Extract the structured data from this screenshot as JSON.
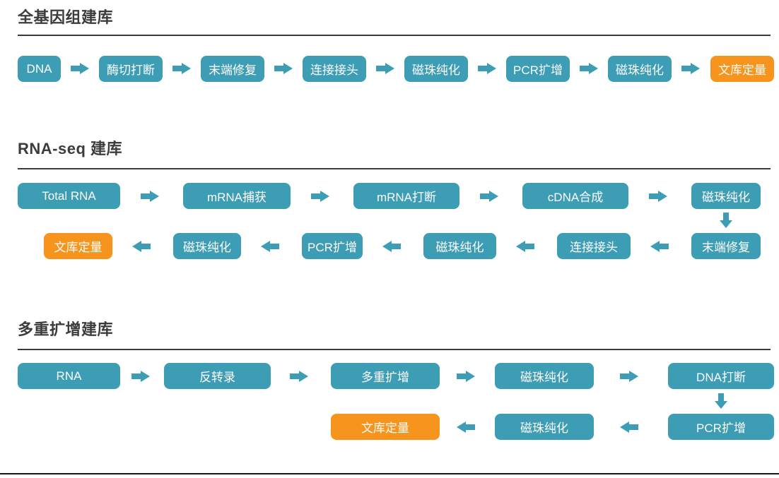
{
  "colors": {
    "node_teal": "#3D9DB4",
    "node_orange": "#F7941D",
    "title_text": "#3C3C3C",
    "divider": "#3A3A3A",
    "bottom_rule": "#141414"
  },
  "sections": [
    {
      "title": "全基因组建库",
      "rows": [
        [
          "DNA",
          "酶切打断",
          "末端修复",
          "连接接头",
          "磁珠纯化",
          "PCR扩增",
          "磁珠纯化",
          "文库定量"
        ]
      ]
    },
    {
      "title": "RNA-seq 建库",
      "rows": [
        [
          "Total RNA",
          "mRNA捕获",
          "mRNA打断",
          "cDNA合成",
          "磁珠纯化"
        ],
        [
          "文库定量",
          "磁珠纯化",
          "PCR扩增",
          "磁珠纯化",
          "连接接头",
          "末端修复"
        ]
      ]
    },
    {
      "title": "多重扩增建库",
      "rows": [
        [
          "RNA",
          "反转录",
          "多重扩增",
          "磁珠纯化",
          "DNA打断"
        ],
        [
          "文库定量",
          "磁珠纯化",
          "PCR扩增"
        ]
      ]
    }
  ]
}
